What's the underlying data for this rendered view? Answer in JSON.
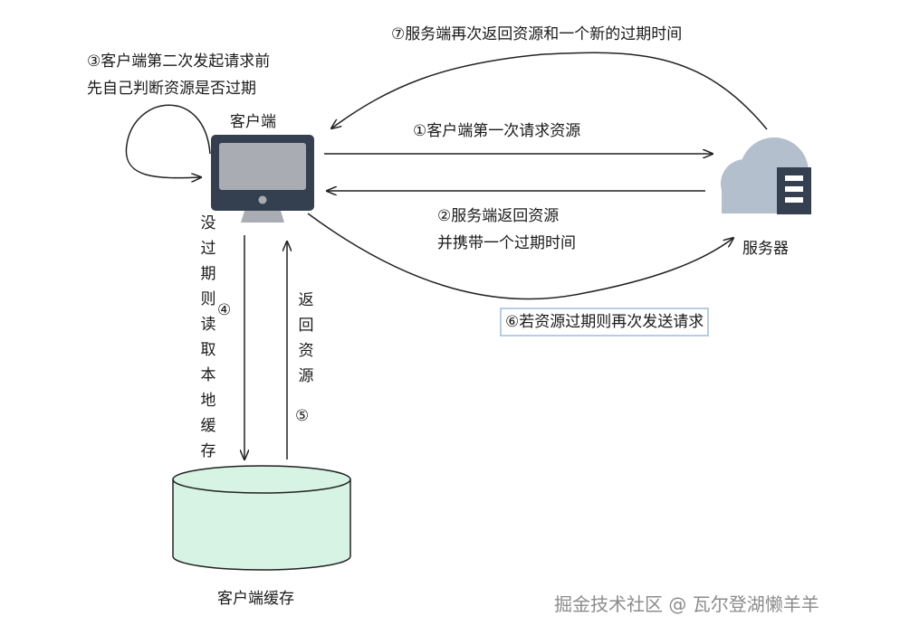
{
  "nodes": {
    "client": "客户端",
    "server": "服务器",
    "cache": "客户端缓存"
  },
  "steps": {
    "step1": "①客户端第一次请求资源",
    "step2_line1": "②服务端返回资源",
    "step2_line2": "并携带一个过期时间",
    "step3_line1": "③客户端第二次发起请求前",
    "step3_line2": "先自己判断资源是否过期",
    "step4_text": "没过期则读取本地缓存",
    "step4_num": "④",
    "step5_text": "返回资源",
    "step5_num": "⑤",
    "step6": "⑥若资源过期则再次发送请求",
    "step7": "⑦服务端再次返回资源和一个新的过期时间"
  },
  "watermark": "掘金技术社区 @ 瓦尔登湖懒羊羊",
  "colors": {
    "monitor": "#34404f",
    "screen": "#a9adb3",
    "monitor_stand": "#a9adb3",
    "cloud": "#b3bfcc",
    "server_box": "#34404f",
    "cache_fill": "#d7f3e3",
    "arrow": "#222222",
    "label_border": "#b9cbe6"
  },
  "icons": [
    "monitor-icon",
    "cloud-server-icon",
    "database-icon"
  ]
}
